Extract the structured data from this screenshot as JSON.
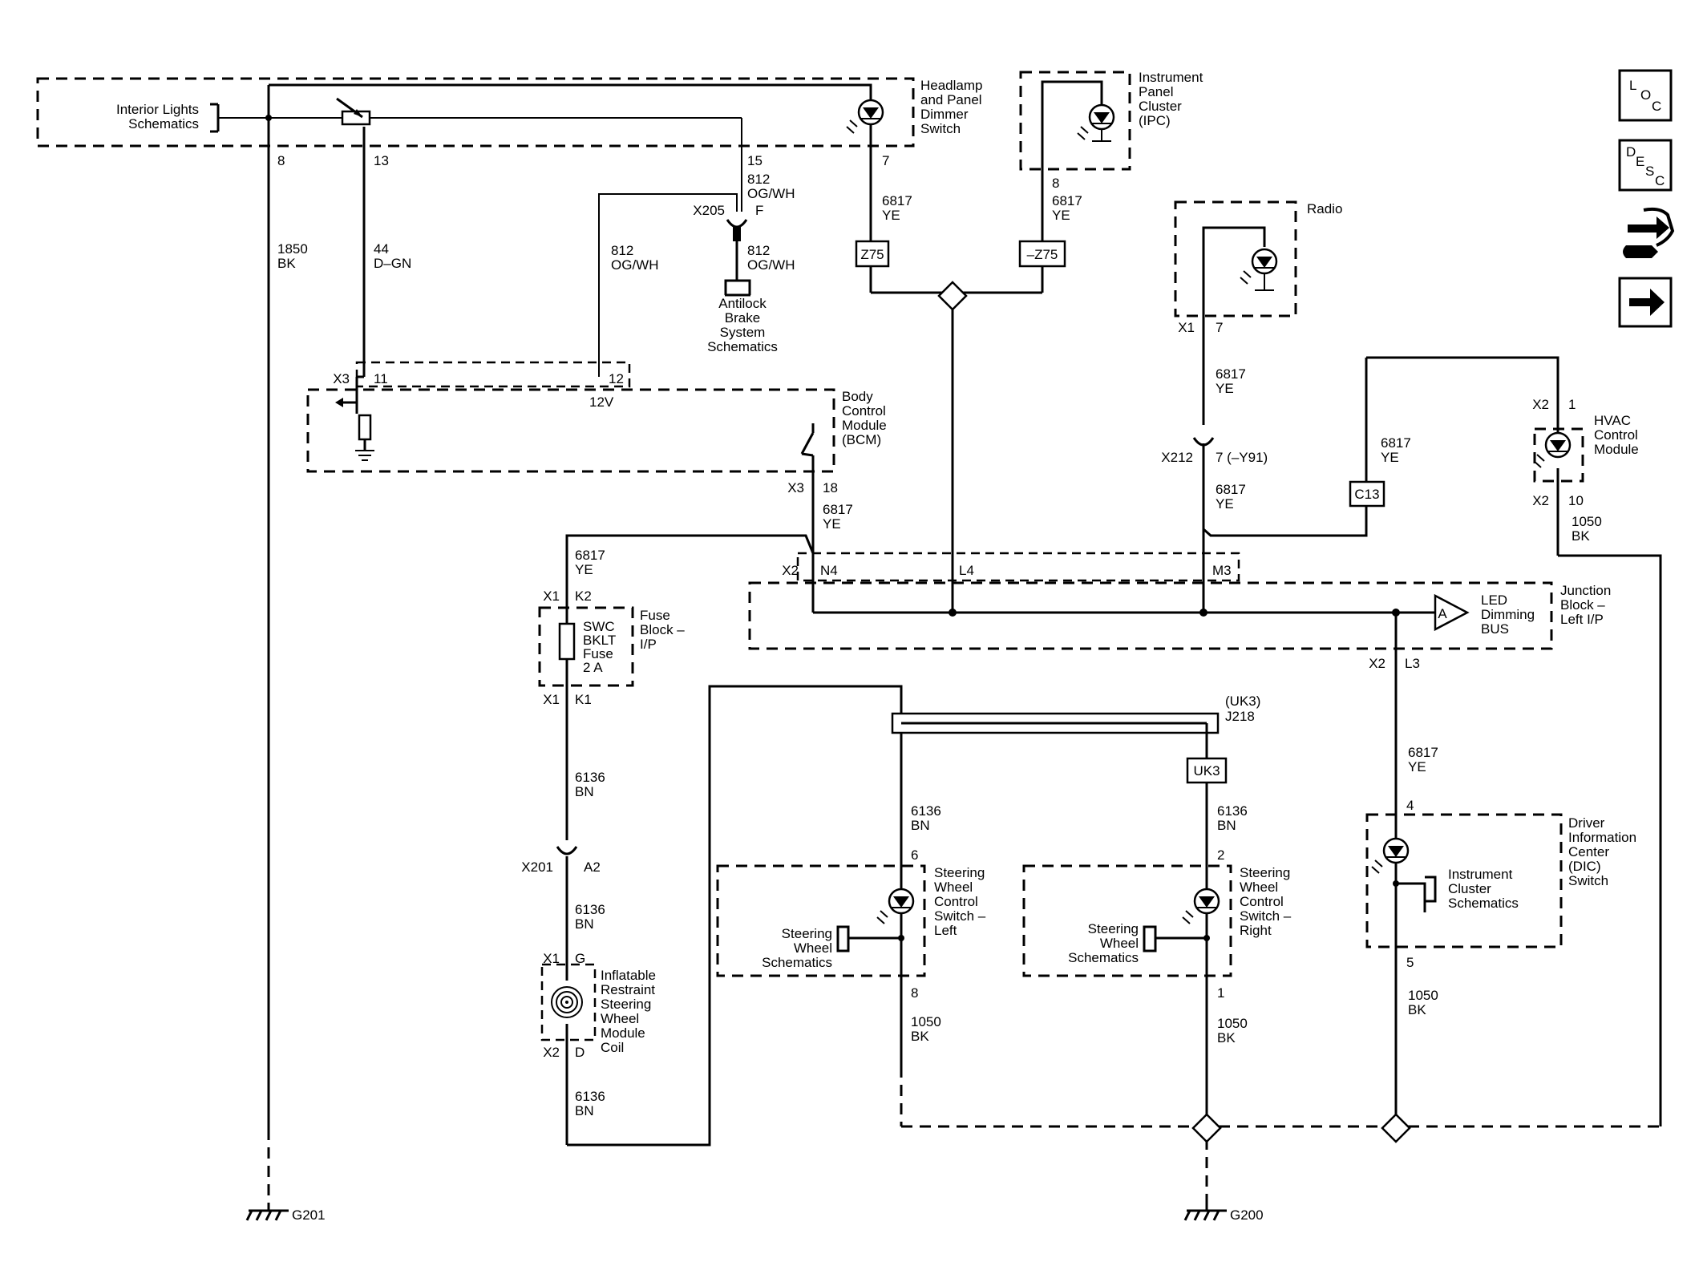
{
  "components": {
    "headlamp_switch": [
      "Headlamp",
      "and Panel",
      "Dimmer",
      "Switch"
    ],
    "interior_lights": [
      "Interior Lights",
      "Schematics"
    ],
    "ipc": [
      "Instrument",
      "Panel",
      "Cluster",
      "(IPC)"
    ],
    "radio": "Radio",
    "abs": [
      "Antilock",
      "Brake",
      "System",
      "Schematics"
    ],
    "bcm": [
      "Body",
      "Control",
      "Module",
      "(BCM)"
    ],
    "hvac": [
      "HVAC",
      "Control",
      "Module"
    ],
    "junction_block": [
      "Junction",
      "Block –",
      "Left I/P"
    ],
    "led_bus": [
      "LED",
      "Dimming",
      "BUS"
    ],
    "fuse_block": [
      "Fuse",
      "Block –",
      "I/P"
    ],
    "fuse": [
      "SWC",
      "BKLT",
      "Fuse",
      "2 A"
    ],
    "airbag_coil": [
      "Inflatable",
      "Restraint",
      "Steering",
      "Wheel",
      "Module",
      "Coil"
    ],
    "swc_left": [
      "Steering",
      "Wheel",
      "Control",
      "Switch –",
      "Left"
    ],
    "swc_right": [
      "Steering",
      "Wheel",
      "Control",
      "Switch –",
      "Right"
    ],
    "sw_schem_left": [
      "Steering",
      "Wheel",
      "Schematics"
    ],
    "sw_schem_right": [
      "Steering",
      "Wheel",
      "Schematics"
    ],
    "dic": [
      "Driver",
      "Information",
      "Center",
      "(DIC)",
      "Switch"
    ],
    "ic_schem": [
      "Instrument",
      "Cluster",
      "Schematics"
    ]
  },
  "connectors": {
    "z75": "Z75",
    "nz75": "–Z75",
    "c13": "C13",
    "uk3": "UK3",
    "x205": "X205",
    "x212": "X212",
    "x201": "X201",
    "uk3_note": "(UK3)",
    "j218": "J218",
    "bus_A": "A"
  },
  "grounds": {
    "g201": "G201",
    "g200": "G200"
  },
  "wires": {
    "w1850": [
      "1850",
      "BK"
    ],
    "w44": [
      "44",
      "D–GN"
    ],
    "w812a": [
      "812",
      "OG/WH"
    ],
    "w812b": [
      "812",
      "OG/WH"
    ],
    "w812c": [
      "812",
      "OG/WH"
    ],
    "w6817_hl": [
      "6817",
      "YE"
    ],
    "w6817_ipc": [
      "6817",
      "YE"
    ],
    "w6817_radio": [
      "6817",
      "YE"
    ],
    "w6817_x212": [
      "6817",
      "YE"
    ],
    "w6817_bcm": [
      "6817",
      "YE"
    ],
    "w6817_c13": [
      "6817",
      "YE"
    ],
    "w6817_fuse": [
      "6817",
      "YE"
    ],
    "w6817_dic": [
      "6817",
      "YE"
    ],
    "w1050_hvac": [
      "1050",
      "BK"
    ],
    "w6136_k1": [
      "6136",
      "BN"
    ],
    "w6136_a2": [
      "6136",
      "BN"
    ],
    "w6136_d": [
      "6136",
      "BN"
    ],
    "w6136_l": [
      "6136",
      "BN"
    ],
    "w6136_r": [
      "6136",
      "BN"
    ],
    "w1050_l": [
      "1050",
      "BK"
    ],
    "w1050_r": [
      "1050",
      "BK"
    ],
    "w1050_dic": [
      "1050",
      "BK"
    ],
    "v12": "12V"
  },
  "pins": {
    "p8": "8",
    "p13": "13",
    "p15": "15",
    "p7": "7",
    "pF": "F",
    "ipc8": "8",
    "x3a": "X3",
    "p11": "11",
    "p12": "12",
    "x3b": "X3",
    "p18": "18",
    "x1r": "X1",
    "r7": "7",
    "x212pin": "7 (–Y91)",
    "x2a": "X2",
    "h1": "1",
    "x2b": "X2",
    "h10": "10",
    "x2c": "X2",
    "n4": "N4",
    "l4": "L4",
    "m3": "M3",
    "x2d": "X2",
    "l3": "L3",
    "x1a": "X1",
    "k2": "K2",
    "x1b": "X1",
    "k1": "K1",
    "a2": "A2",
    "x1c": "X1",
    "g": "G",
    "x2e": "X2",
    "d": "D",
    "l6": "6",
    "l8": "8",
    "r2": "2",
    "r1": "1",
    "dic4": "4",
    "dic5": "5"
  },
  "nav": {
    "loc": [
      "L",
      "O",
      "C"
    ],
    "desc": [
      "D",
      "E",
      "S",
      "C"
    ]
  }
}
